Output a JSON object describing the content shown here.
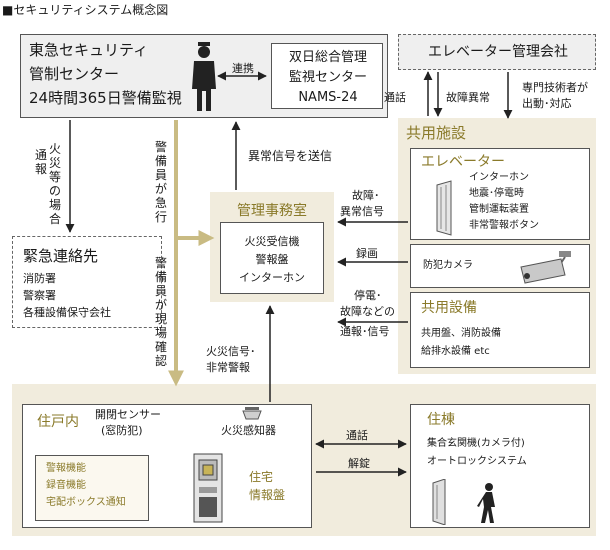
{
  "title": "■セキュリティシステム概念図",
  "tokyu": {
    "line1": "東急セキュリティ",
    "line2": "管制センター",
    "line3": "24時間365日警備監視"
  },
  "link_label": "連携",
  "soga": {
    "line1": "双日総合管理",
    "line2": "監視センター",
    "line3": "NAMS-24"
  },
  "elevator_company": "エレベーター管理会社",
  "tsuwa_top": "通話",
  "fault_top": "故障異常",
  "tech": {
    "line1": "専門技術者が",
    "line2": "出動･対応"
  },
  "fire_notify": {
    "col1": "火災等の場合",
    "col2": "通報"
  },
  "guard_rush": "警備員が急行",
  "guard_check": "警備員が現場確認",
  "abnormal_send": "異常信号を送信",
  "kyoyo_shisetsu": "共用施設",
  "elevator": {
    "title": "エレベーター",
    "items": [
      "インターホン",
      "地震･停電時",
      "管制運転装置",
      "非常警報ボタン"
    ]
  },
  "fault_signal": {
    "line1": "故障･",
    "line2": "異常信号"
  },
  "recording": "録画",
  "camera_label": "防犯カメラ",
  "blackout": {
    "line1": "停電･",
    "line2": "故障などの",
    "line3": "通報･信号"
  },
  "common_equipment": {
    "title": "共用設備",
    "line1": "共用盤、消防設備",
    "line2": "給排水設備 etc"
  },
  "kanri": {
    "title": "管理事務室",
    "line1": "火災受信機",
    "line2": "警報盤",
    "line3": "インターホン"
  },
  "emergency": {
    "title": "緊急連絡先",
    "items": [
      "消防署",
      "警察署",
      "各種設備保守会社"
    ]
  },
  "fire_signal": {
    "line1": "火災信号･",
    "line2": "非常警報"
  },
  "jukonai": "住戸内",
  "door_sensor": {
    "line1": "開閉センサー",
    "line2": "(窓防犯)"
  },
  "fire_detector": "火災感知器",
  "panel_functions": [
    "警報機能",
    "録音機能",
    "宅配ボックス通知"
  ],
  "home_panel": {
    "line1": "住宅",
    "line2": "情報盤"
  },
  "tsuwa_bottom": "通話",
  "unlock": "解錠",
  "jutou": {
    "title": "住棟",
    "line1": "集合玄関機(カメラ付)",
    "line2": "オートロックシステム"
  }
}
